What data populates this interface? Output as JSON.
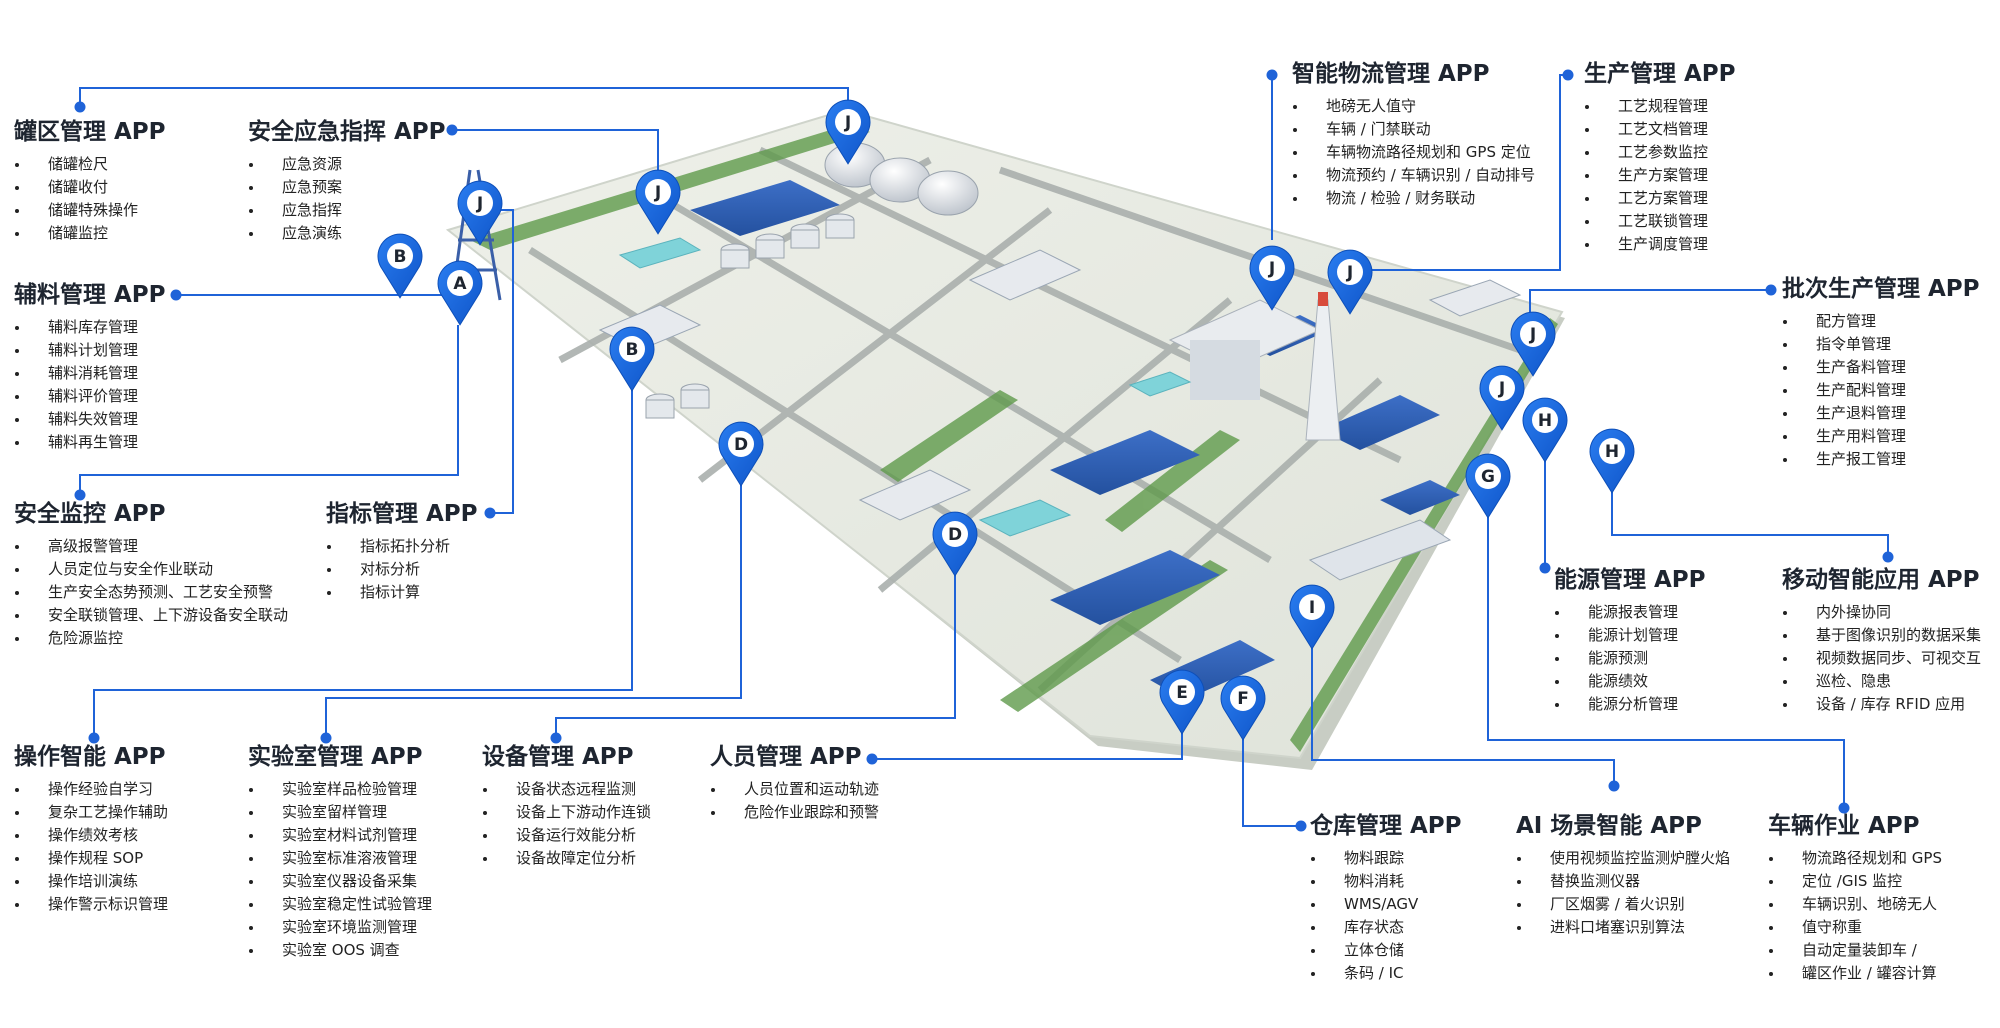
{
  "panels": [
    {
      "id": "tank",
      "title": "罐区管理 APP",
      "items": [
        "储罐检尺",
        "储罐收付",
        "储罐特殊操作",
        "储罐监控"
      ]
    },
    {
      "id": "emergency",
      "title": "安全应急指挥 APP",
      "items": [
        "应急资源",
        "应急预案",
        "应急指挥",
        "应急演练"
      ]
    },
    {
      "id": "auxiliary",
      "title": "辅料管理 APP",
      "items": [
        "辅料库存管理",
        "辅料计划管理",
        "辅料消耗管理",
        "辅料评价管理",
        "辅料失效管理",
        "辅料再生管理"
      ]
    },
    {
      "id": "safety-monitor",
      "title": "安全监控 APP",
      "items": [
        "高级报警管理",
        "人员定位与安全作业联动",
        "生产安全态势预测、工艺安全预警",
        "安全联锁管理、上下游设备安全联动",
        "危险源监控"
      ]
    },
    {
      "id": "indicator",
      "title": "指标管理 APP",
      "items": [
        "指标拓扑分析",
        "对标分析",
        "指标计算"
      ]
    },
    {
      "id": "logistics",
      "title": "智能物流管理 APP",
      "items": [
        "地磅无人值守",
        "车辆 / 门禁联动",
        "车辆物流路径规划和 GPS 定位",
        "物流预约 / 车辆识别 / 自动排号",
        "物流 / 检验 / 财务联动"
      ]
    },
    {
      "id": "production",
      "title": "生产管理 APP",
      "items": [
        "工艺规程管理",
        "工艺文档管理",
        "工艺参数监控",
        "生产方案管理",
        "工艺方案管理",
        "工艺联锁管理",
        "生产调度管理"
      ]
    },
    {
      "id": "batch",
      "title": "批次生产管理 APP",
      "items": [
        "配方管理",
        "指令单管理",
        "生产备料管理",
        "生产配料管理",
        "生产退料管理",
        "生产用料管理",
        "生产报工管理"
      ]
    },
    {
      "id": "energy",
      "title": "能源管理 APP",
      "items": [
        "能源报表管理",
        "能源计划管理",
        "能源预测",
        "能源绩效",
        "能源分析管理"
      ]
    },
    {
      "id": "mobile",
      "title": "移动智能应用 APP",
      "items": [
        "内外操协同",
        "基于图像识别的数据采集",
        "视频数据同步、可视交互",
        "巡检、隐患",
        "设备 / 库存 RFID 应用"
      ]
    },
    {
      "id": "operation",
      "title": "操作智能 APP",
      "items": [
        "操作经验自学习",
        "复杂工艺操作辅助",
        "操作绩效考核",
        "操作规程 SOP",
        "操作培训演练",
        "操作警示标识管理"
      ]
    },
    {
      "id": "lab",
      "title": "实验室管理 APP",
      "items": [
        "实验室样品检验管理",
        "实验室留样管理",
        "实验室材料试剂管理",
        "实验室标准溶液管理",
        "实验室仪器设备采集",
        "实验室稳定性试验管理",
        "实验室环境监测管理",
        "实验室 OOS 调查"
      ]
    },
    {
      "id": "equipment",
      "title": "设备管理 APP",
      "items": [
        "设备状态远程监测",
        "设备上下游动作连锁",
        "设备运行效能分析",
        "设备故障定位分析"
      ]
    },
    {
      "id": "personnel",
      "title": "人员管理 APP",
      "items": [
        "人员位置和运动轨迹",
        "危险作业跟踪和预警"
      ]
    },
    {
      "id": "warehouse",
      "title": "仓库管理 APP",
      "items": [
        "物料跟踪",
        "物料消耗",
        "WMS/AGV",
        "库存状态",
        "立体仓储",
        "条码 /  IC"
      ]
    },
    {
      "id": "ai",
      "title": "AI 场景智能 APP",
      "items": [
        "使用视频监控监测炉膛火焰",
        "替换监测仪器",
        "厂区烟雾 / 着火识别",
        "进料口堵塞识别算法"
      ]
    },
    {
      "id": "vehicle",
      "title": "车辆作业 APP",
      "items": [
        "物流路径规划和 GPS",
        "定位 /GIS 监控",
        "车辆识别、地磅无人",
        "值守称重",
        "自动定量装卸车 /",
        "罐区作业 / 罐容计算"
      ]
    }
  ],
  "markers": [
    {
      "id": "j-top",
      "letter": "J"
    },
    {
      "id": "j-b",
      "letter": "J"
    },
    {
      "id": "j-tower",
      "letter": "J"
    },
    {
      "id": "b-left",
      "letter": "B"
    },
    {
      "id": "a-left",
      "letter": "A"
    },
    {
      "id": "b-mid",
      "letter": "B"
    },
    {
      "id": "d-mid",
      "letter": "D"
    },
    {
      "id": "d-low",
      "letter": "D"
    },
    {
      "id": "j-right1",
      "letter": "J"
    },
    {
      "id": "j-right2",
      "letter": "J"
    },
    {
      "id": "j-right3",
      "letter": "J"
    },
    {
      "id": "j-right4",
      "letter": "J"
    },
    {
      "id": "h-1",
      "letter": "H"
    },
    {
      "id": "h-2",
      "letter": "H"
    },
    {
      "id": "g",
      "letter": "G"
    },
    {
      "id": "i",
      "letter": "I"
    },
    {
      "id": "e",
      "letter": "E"
    },
    {
      "id": "f",
      "letter": "F"
    }
  ],
  "colors": {
    "accent": "#1565e0",
    "line": "#1f63d8",
    "title": "#1e2530"
  },
  "icons": {
    "marker": "map-pin-icon",
    "line_end": "dot-icon"
  }
}
